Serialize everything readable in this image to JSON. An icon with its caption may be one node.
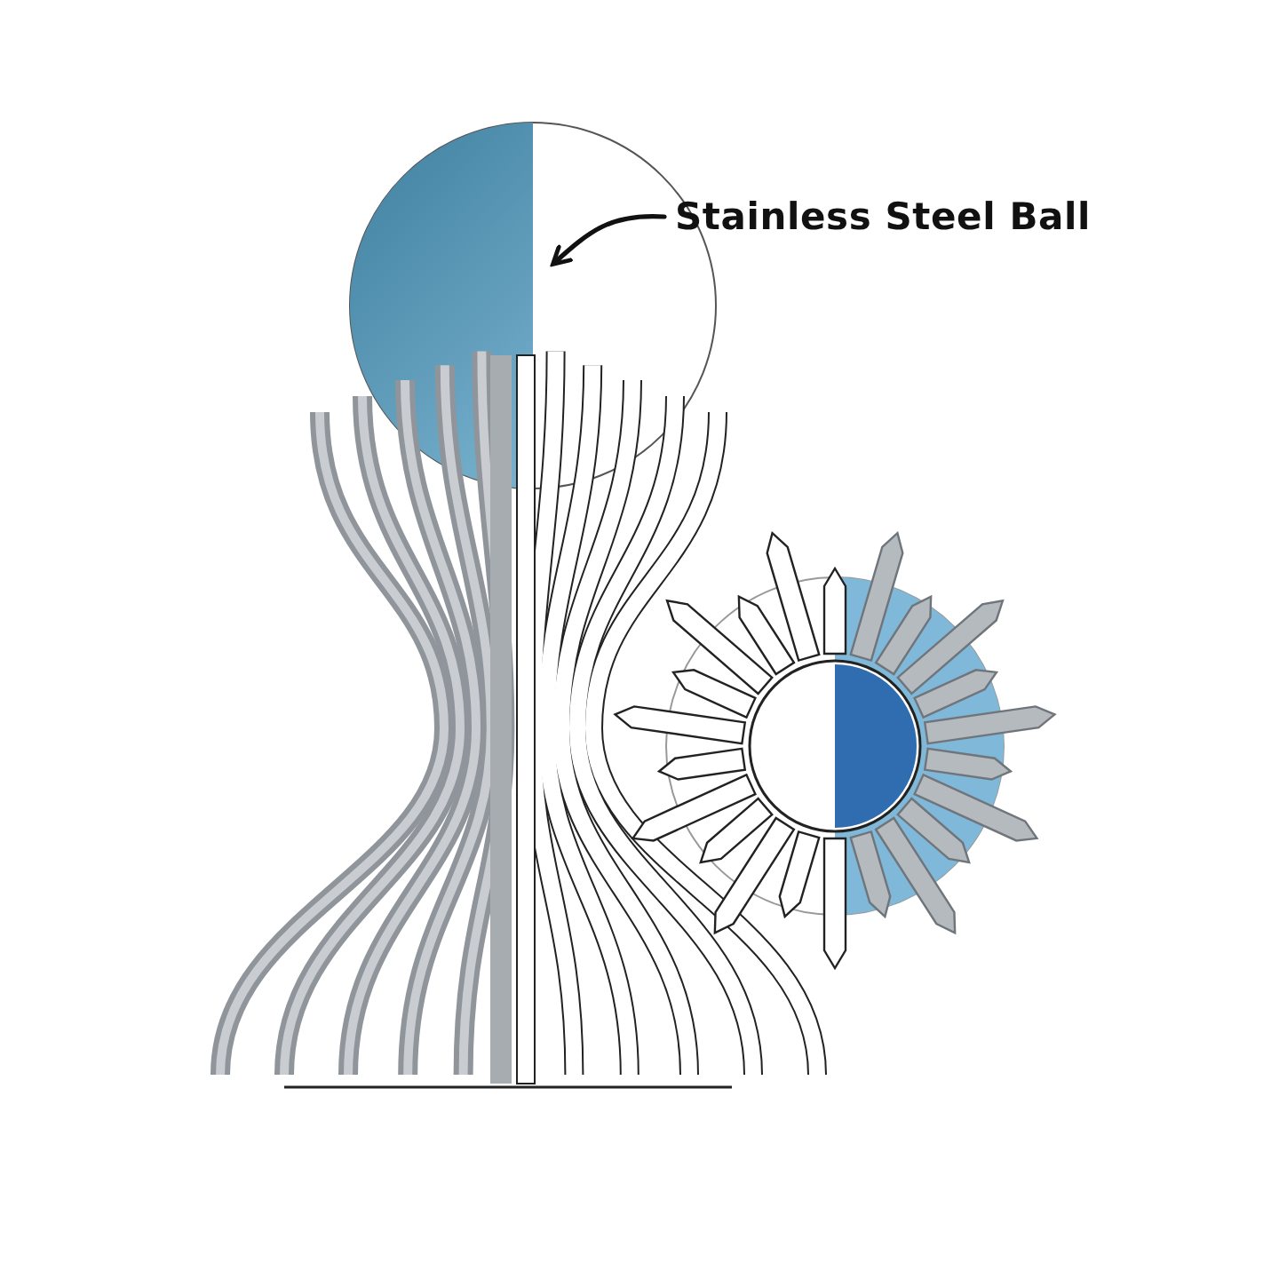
{
  "diagram": {
    "nodes": [
      {
        "text": [
          "Stainless Steel Ball"
        ]
      },
      {
        "text": [],
        "shape": "circle"
      }
    ],
    "edges": [
      {
        "from": 0,
        "to": 1,
        "arrow": "to"
      }
    ]
  }
}
